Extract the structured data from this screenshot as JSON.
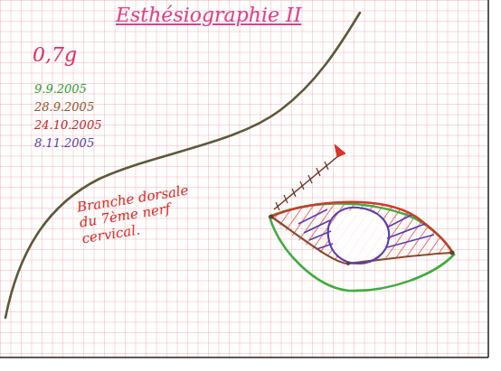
{
  "diagram": {
    "title": "Esthésiographie II",
    "labels": [
      "0,7g",
      "9.9.2005",
      "28.9.2005",
      "24.10.2005",
      "8.11.2005",
      "Branche dorsale du 7ème nerf cervical."
    ]
  }
}
